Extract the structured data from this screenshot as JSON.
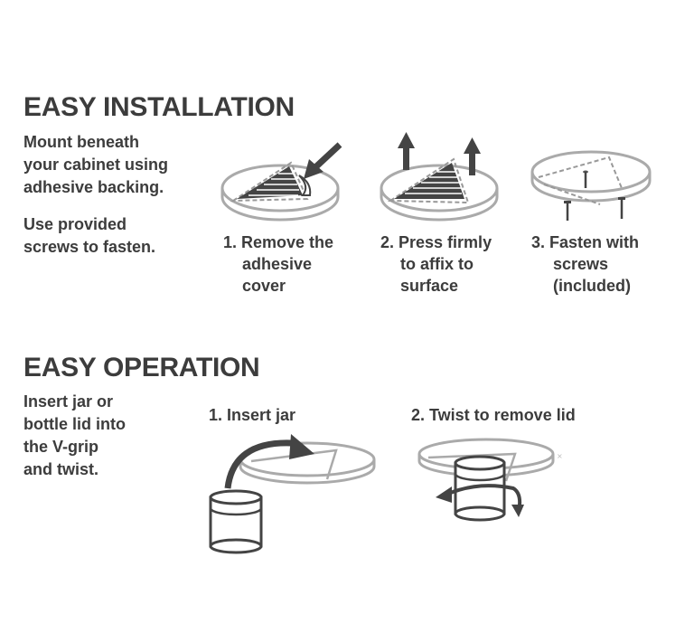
{
  "installation": {
    "title": "EASY INSTALLATION",
    "intro": [
      "Mount beneath",
      "your cabinet using",
      "adhesive backing."
    ],
    "note": [
      "Use provided",
      "screws to fasten."
    ],
    "steps": [
      {
        "lines": [
          "1. Remove the",
          "adhesive",
          "cover"
        ],
        "icon": "remove-cover-illustration"
      },
      {
        "lines": [
          "2. Press firmly",
          "to affix to",
          "surface"
        ],
        "icon": "press-firmly-illustration"
      },
      {
        "lines": [
          "3. Fasten with",
          "screws",
          "(included)"
        ],
        "icon": "fasten-screws-illustration"
      }
    ]
  },
  "operation": {
    "title": "EASY OPERATION",
    "intro": [
      "Insert jar or",
      "bottle lid into",
      "the V-grip",
      "and twist."
    ],
    "steps": [
      {
        "label": "1. Insert jar",
        "icon": "insert-jar-illustration"
      },
      {
        "label": "2. Twist to remove lid",
        "icon": "twist-lid-illustration"
      }
    ]
  },
  "colors": {
    "text": "#3c3c3c",
    "line": "#444444",
    "light_line": "#aaaaaa",
    "background": "#ffffff"
  }
}
